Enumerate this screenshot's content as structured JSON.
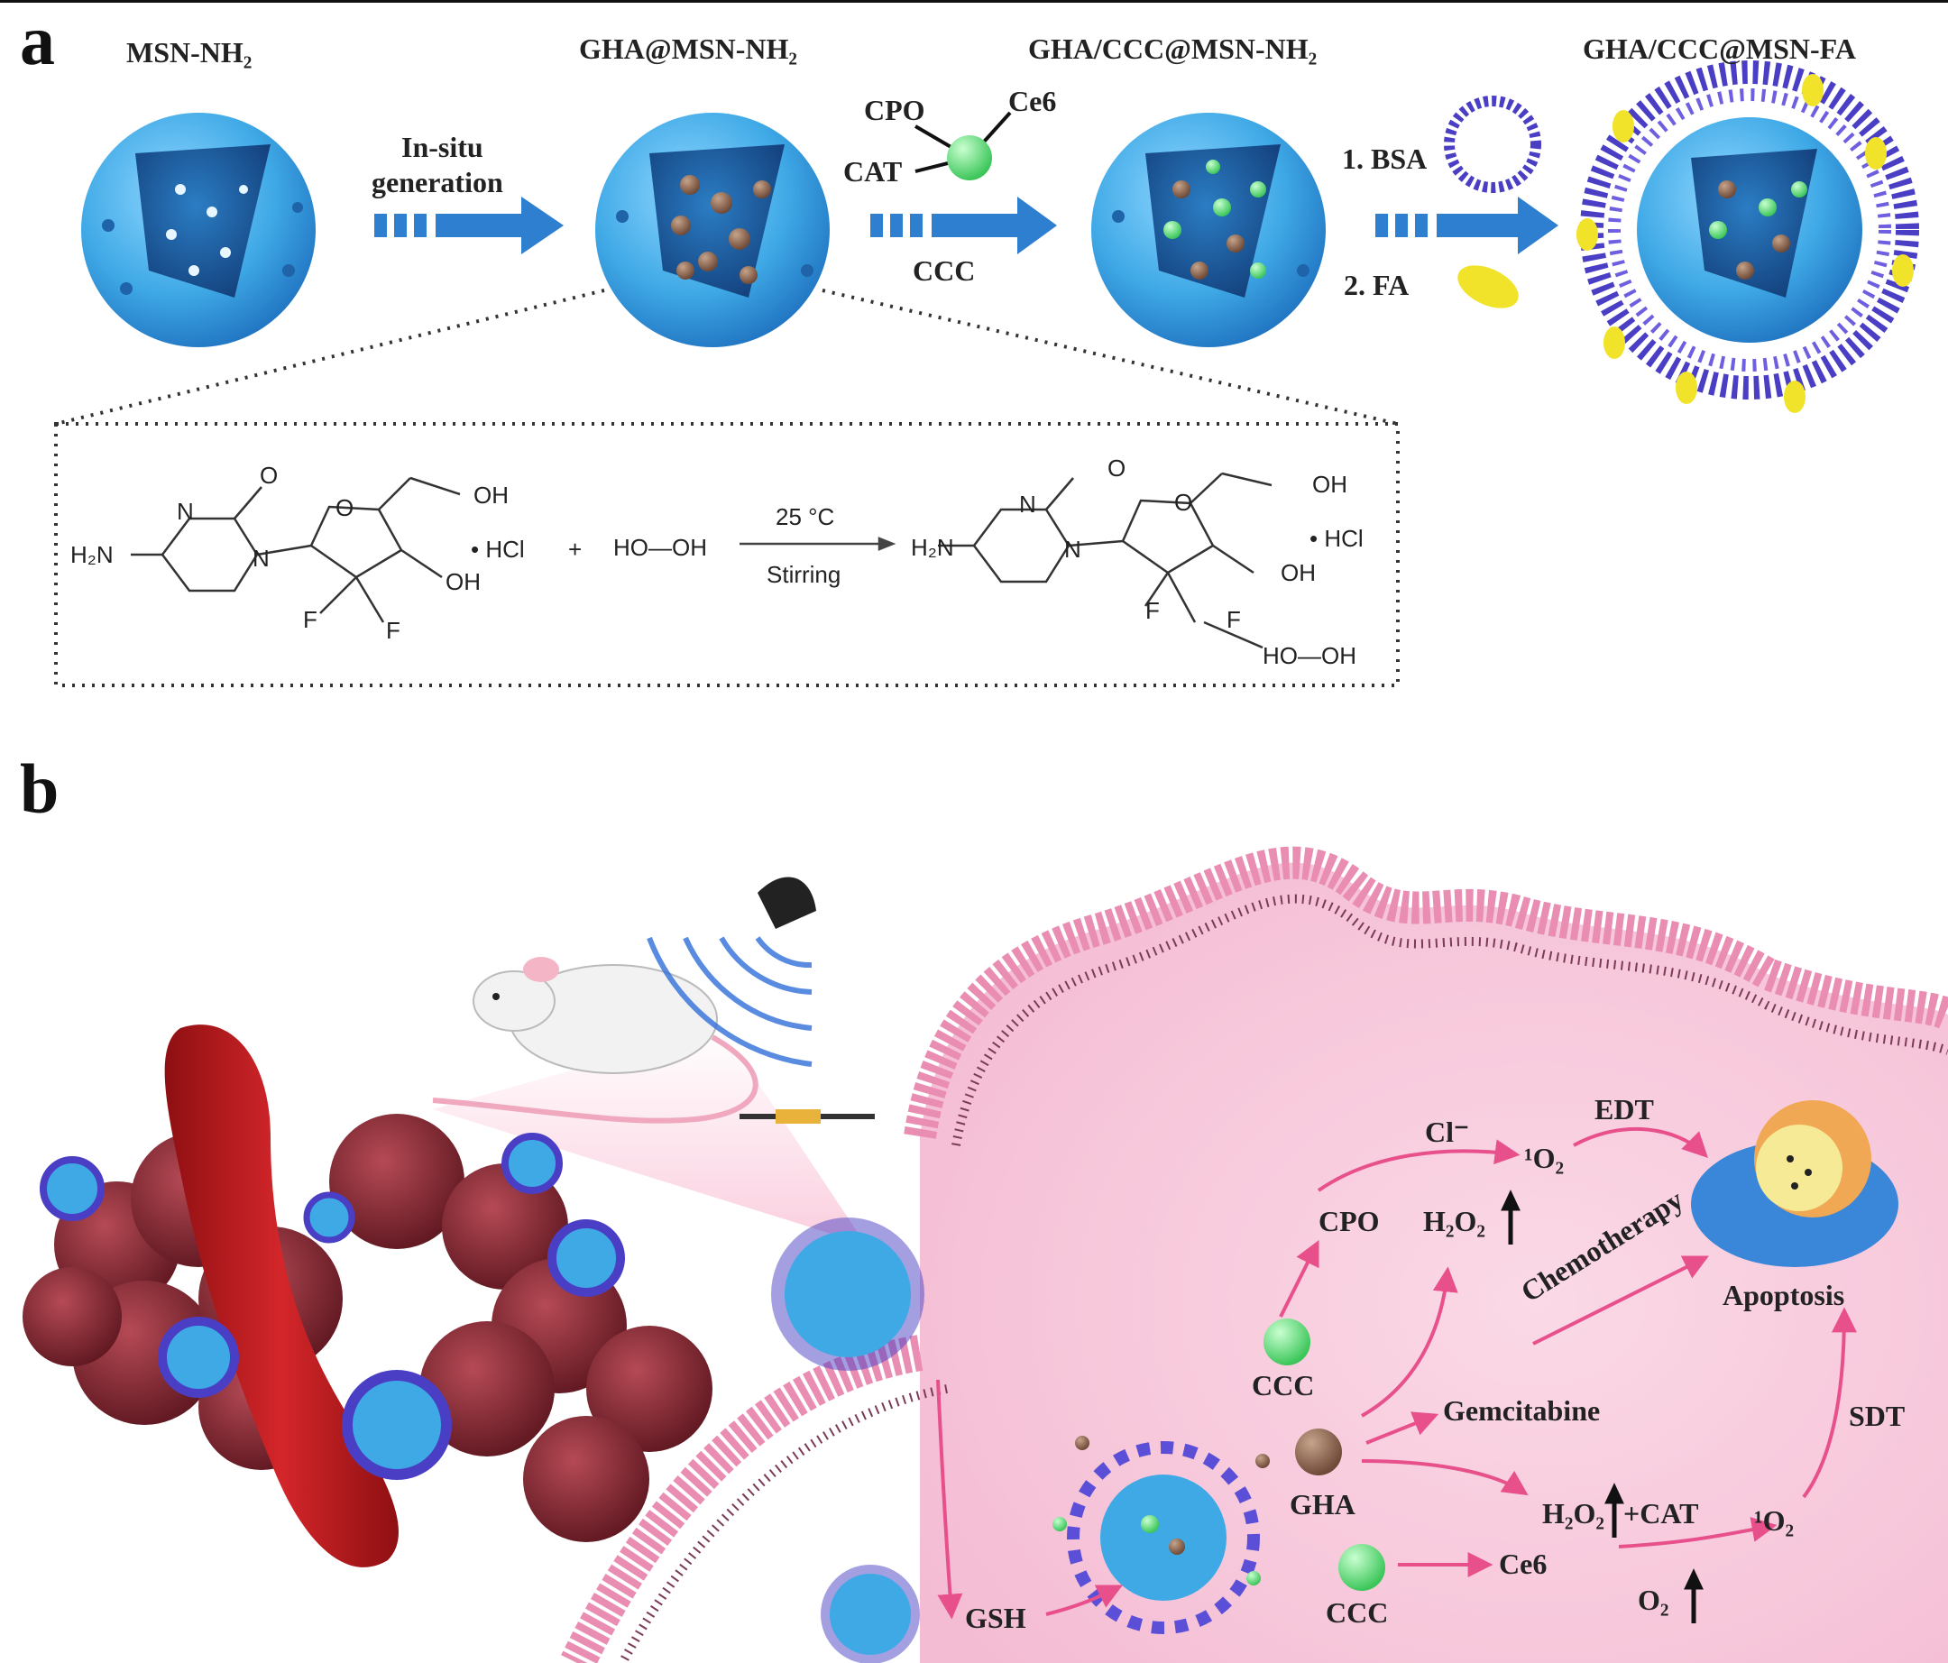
{
  "panel_a": {
    "letter": "a",
    "stage_labels": [
      "MSN-NH₂",
      "GHA@MSN-NH₂",
      "GHA/CCC@MSN-NH₂",
      "GHA/CCC@MSN-FA"
    ],
    "step1": {
      "line1": "In-situ",
      "line2": "generation"
    },
    "step2": {
      "cpo": "CPO",
      "ce6": "Ce6",
      "cat": "CAT",
      "ccc": "CCC"
    },
    "step3": {
      "bsa": "1. BSA",
      "fa": "2. FA"
    },
    "reaction": {
      "h2n": "H₂N",
      "n": "N",
      "o": "O",
      "oh": "OH",
      "f": "F",
      "hcl": "• HCl",
      "hcl_product": "• HCl",
      "plus": "+",
      "peroxide": "HO—OH",
      "condition_top": "25 °C",
      "condition_bottom": "Stirring",
      "bound_peroxide": "HO—OH"
    },
    "colors": {
      "silica": "#3fa9e6",
      "silica_dark": "#1f63a8",
      "arrow": "#2f7fd0",
      "brush": "#4a3fc4",
      "fa": "#f0e32a"
    }
  },
  "panel_b": {
    "letter": "b",
    "labels": {
      "edt": "EDT",
      "cl": "Cl⁻",
      "singlet_top": "¹O₂",
      "cpo": "CPO",
      "h2o2_top": "H₂O₂",
      "chemo": "Chemotherapy",
      "apoptosis": "Apoptosis",
      "ccc_top": "CCC",
      "gemcitabine": "Gemcitabine",
      "sdt": "SDT",
      "gha": "GHA",
      "h2o2_cat": "H₂O₂",
      "plus_cat": "+CAT",
      "singlet_bottom": "¹O₂",
      "ccc_bottom": "CCC",
      "ce6": "Ce6",
      "o2": "O₂",
      "gsh": "GSH"
    },
    "colors": {
      "cell": "#f7c6d6",
      "membrane": "#e98db3",
      "arrow": "#e8508c",
      "tumor": "#8b2a35",
      "vessel": "#c41f1f"
    }
  }
}
